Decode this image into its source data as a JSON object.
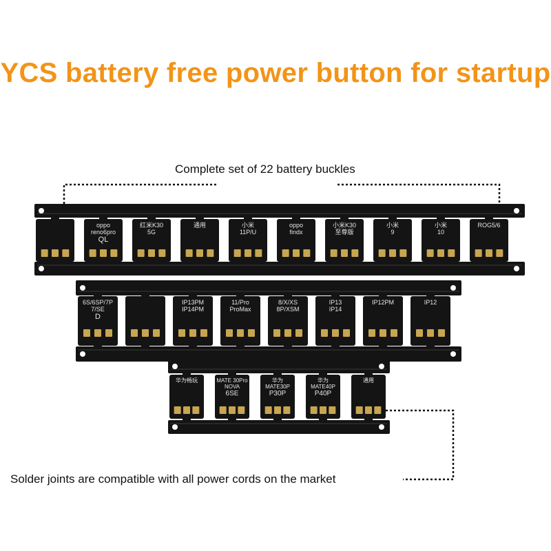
{
  "title": "YCS battery free power button for startup",
  "caption_top": "Complete set of 22 battery buckles",
  "caption_bottom": "Solder joints are compatible with all power cords on the market",
  "colors": {
    "title": "#f29418",
    "board": "#141414",
    "pad": "#c8a550",
    "silkscreen": "#e6e6e6"
  },
  "boards": {
    "top": {
      "modules": [
        {
          "line1": "",
          "line2": "",
          "line3": ""
        },
        {
          "line1": "oppo",
          "line2": "reno6pro",
          "line3": "QL"
        },
        {
          "line1": "红米K30",
          "line2": "5G",
          "line3": ""
        },
        {
          "line1": "通用",
          "line2": "",
          "line3": ""
        },
        {
          "line1": "小米",
          "line2": "11P/U",
          "line3": ""
        },
        {
          "line1": "oppo",
          "line2": "findx",
          "line3": ""
        },
        {
          "line1": "小米K30",
          "line2": "至尊版",
          "line3": ""
        },
        {
          "line1": "小米",
          "line2": "9",
          "line3": ""
        },
        {
          "line1": "小米",
          "line2": "10",
          "line3": ""
        },
        {
          "line1": "ROG5/6",
          "line2": "",
          "line3": ""
        }
      ]
    },
    "middle": {
      "modules": [
        {
          "line1": "6S/6SP/7P",
          "line2": "7/SE",
          "line3": "D"
        },
        {
          "line1": "",
          "line2": "",
          "line3": ""
        },
        {
          "line1": "IP13PM",
          "line2": "IP14PM",
          "line3": ""
        },
        {
          "line1": "11/Pro",
          "line2": "ProMax",
          "line3": ""
        },
        {
          "line1": "8/X/XS",
          "line2": "8P/XSM",
          "line3": ""
        },
        {
          "line1": "IP13",
          "line2": "IP14",
          "line3": ""
        },
        {
          "line1": "IP12PM",
          "line2": "",
          "line3": ""
        },
        {
          "line1": "IP12",
          "line2": "",
          "line3": ""
        }
      ]
    },
    "bottom": {
      "modules": [
        {
          "line1": "华为畅玩",
          "line2": "",
          "line3": ""
        },
        {
          "line1": "MATE 30Pro",
          "line2": "NOVA",
          "line3": "6SE"
        },
        {
          "line1": "华为",
          "line2": "MATE30P",
          "line3": "P30P"
        },
        {
          "line1": "华为",
          "line2": "MATE40P",
          "line3": "P40P"
        },
        {
          "line1": "通用",
          "line2": "",
          "line3": ""
        }
      ]
    }
  }
}
